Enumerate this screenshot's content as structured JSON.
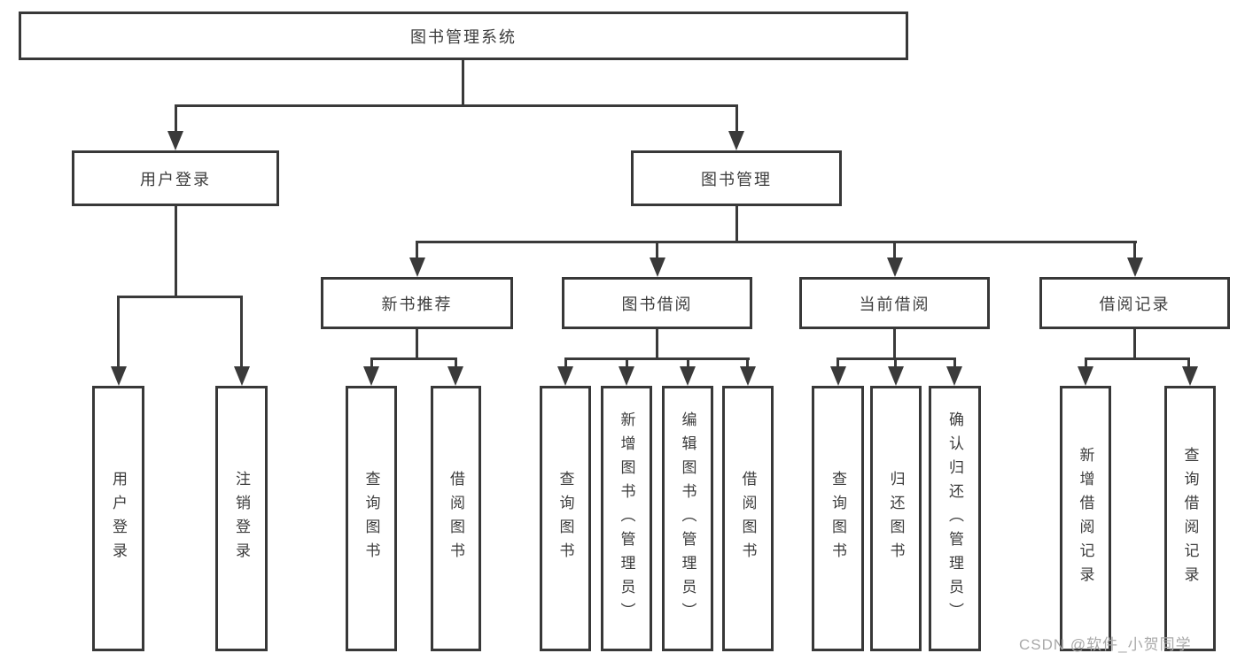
{
  "diagram": {
    "root_label": "图书管理系统",
    "level2": {
      "user_login": "用户登录",
      "book_management": "图书管理"
    },
    "user_login_children": [
      "用户登录",
      "注销登录"
    ],
    "modules": [
      "新书推荐",
      "图书借阅",
      "当前借阅",
      "借阅记录"
    ],
    "module_children": {
      "new_book": [
        "查询图书",
        "借阅图书"
      ],
      "book_borrow": [
        "查询图书",
        "新增图书（管理员）",
        "编辑图书（管理员）",
        "借阅图书"
      ],
      "current_borrow": [
        "查询图书",
        "归还图书",
        "确认归还（管理员）"
      ],
      "borrow_record": [
        "新增借阅记录",
        "查询借阅记录"
      ]
    },
    "colors": {
      "line": "#3a3a3a",
      "box_border": "#383838",
      "text": "#3c3c3c",
      "watermark": "#a9a9a9",
      "background": "#ffffff"
    }
  },
  "watermark": "CSDN @软件_小贺同学"
}
